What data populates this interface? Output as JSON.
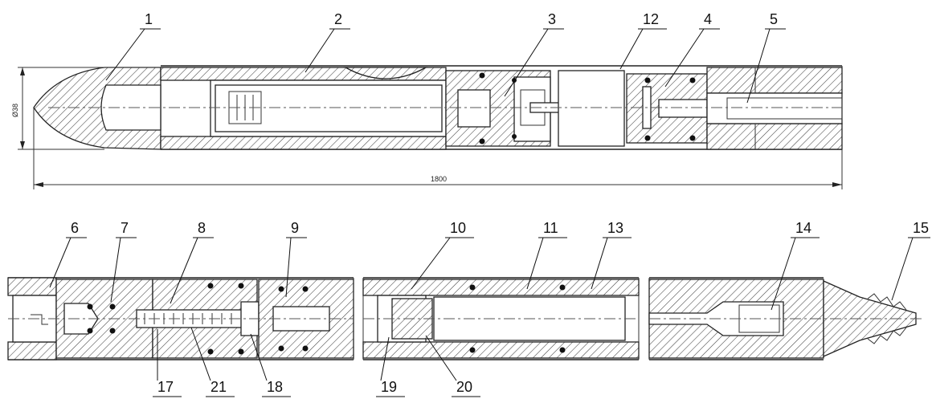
{
  "dimensions": {
    "diameter": "Ø38",
    "length": "1800"
  },
  "part_labels": {
    "p1": "1",
    "p2": "2",
    "p3": "3",
    "p4": "4",
    "p5": "5",
    "p6": "6",
    "p7": "7",
    "p8": "8",
    "p9": "9",
    "p10": "10",
    "p11": "11",
    "p12": "12",
    "p13": "13",
    "p14": "14",
    "p15": "15",
    "p17": "17",
    "p18": "18",
    "p19": "19",
    "p20": "20",
    "p21": "21"
  }
}
